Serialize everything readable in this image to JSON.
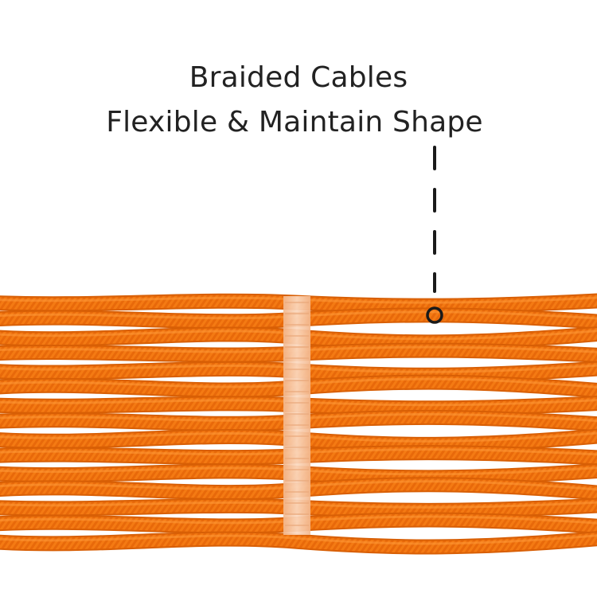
{
  "caption": {
    "line1": "Braided Cables",
    "line2": "Flexible & Maintain Shape"
  },
  "colors": {
    "cable": "#f47a13",
    "cable_dark": "#d85f05",
    "cable_light": "#ff9a3a",
    "tie": "#f7c9a8",
    "callout": "#1a1a1a",
    "background": "#ffffff"
  },
  "icons": {
    "callout_marker": "circle-marker-icon",
    "callout_leader": "dashed-leader-line"
  }
}
